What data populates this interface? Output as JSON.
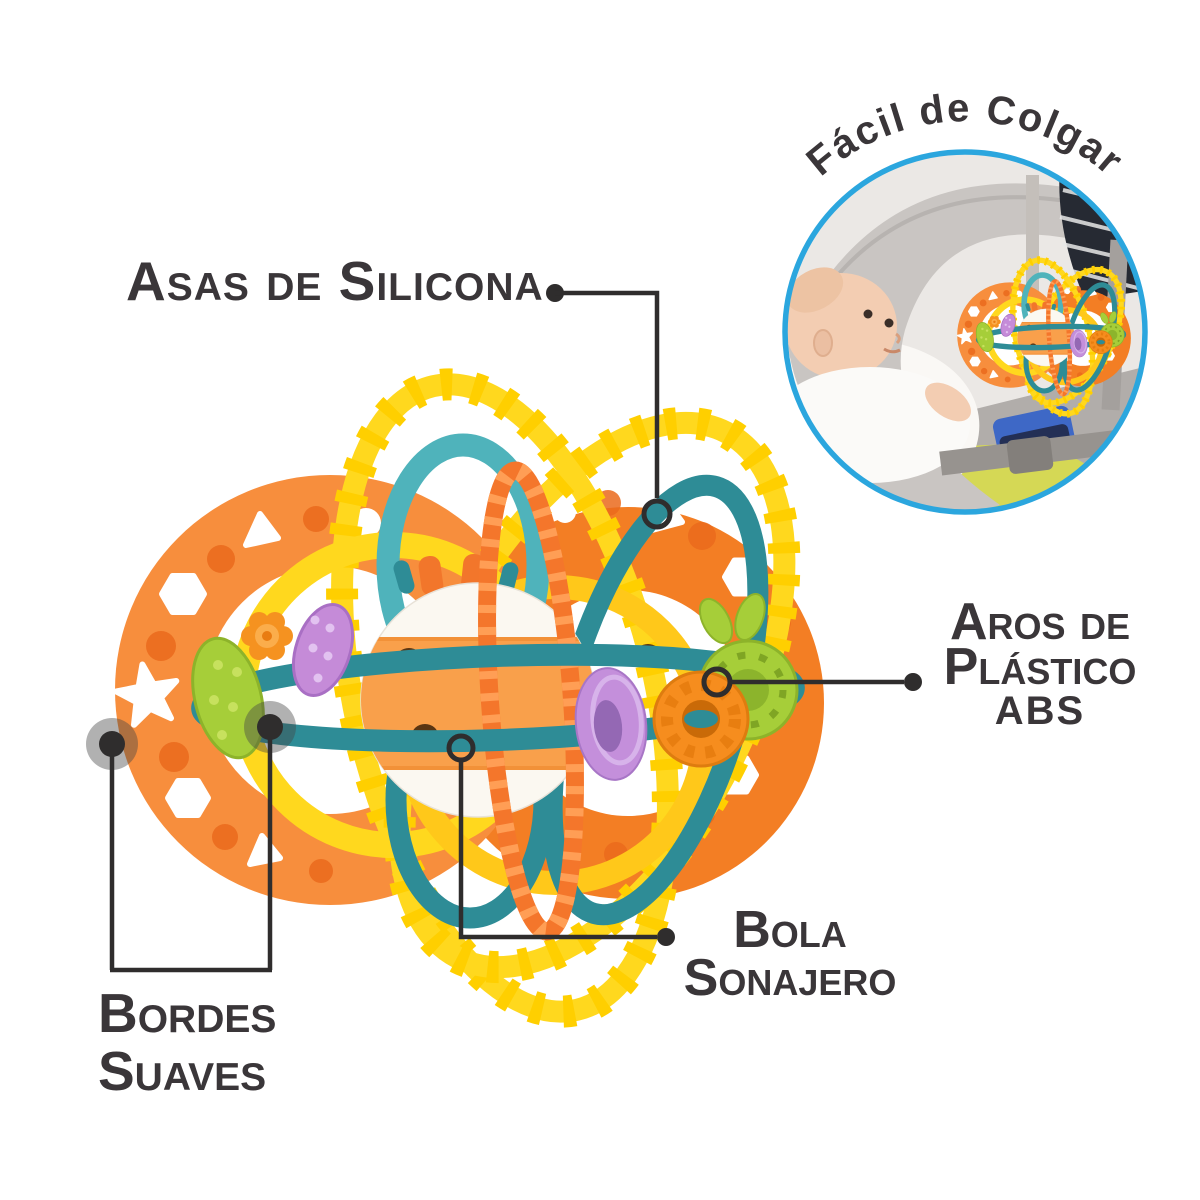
{
  "infographic": {
    "subject": "baby rattle teether ball",
    "language": "es"
  },
  "callouts": {
    "asas": {
      "label": "Asas de Silicona"
    },
    "facil": {
      "label": "Fácil de Colgar"
    },
    "aros": {
      "lines": [
        "Aros de",
        "Plástico",
        "ABS"
      ]
    },
    "bola": {
      "lines": [
        "Bola",
        "Sonajero"
      ]
    },
    "bordes": {
      "lines": [
        "Bordes",
        "Suaves"
      ]
    }
  },
  "colors": {
    "background": "#FFFFFF",
    "text": "#3A3639",
    "callout_line": "#2F2D2D",
    "inset_border": "#2BA6DE",
    "disc_orange": "#F78E3D",
    "disc_orange_deep": "#F37E24",
    "silicone_yellow": "#FFD81E",
    "plastic_teal": "#2E8C96",
    "teal_light": "#4FB3BB",
    "ball_white": "#FBF8F1",
    "ball_orange": "#F9A04B",
    "ring_lavender": "#C48FDB",
    "teether_lime": "#A6CE39",
    "gear_orange": "#F68D1E"
  }
}
